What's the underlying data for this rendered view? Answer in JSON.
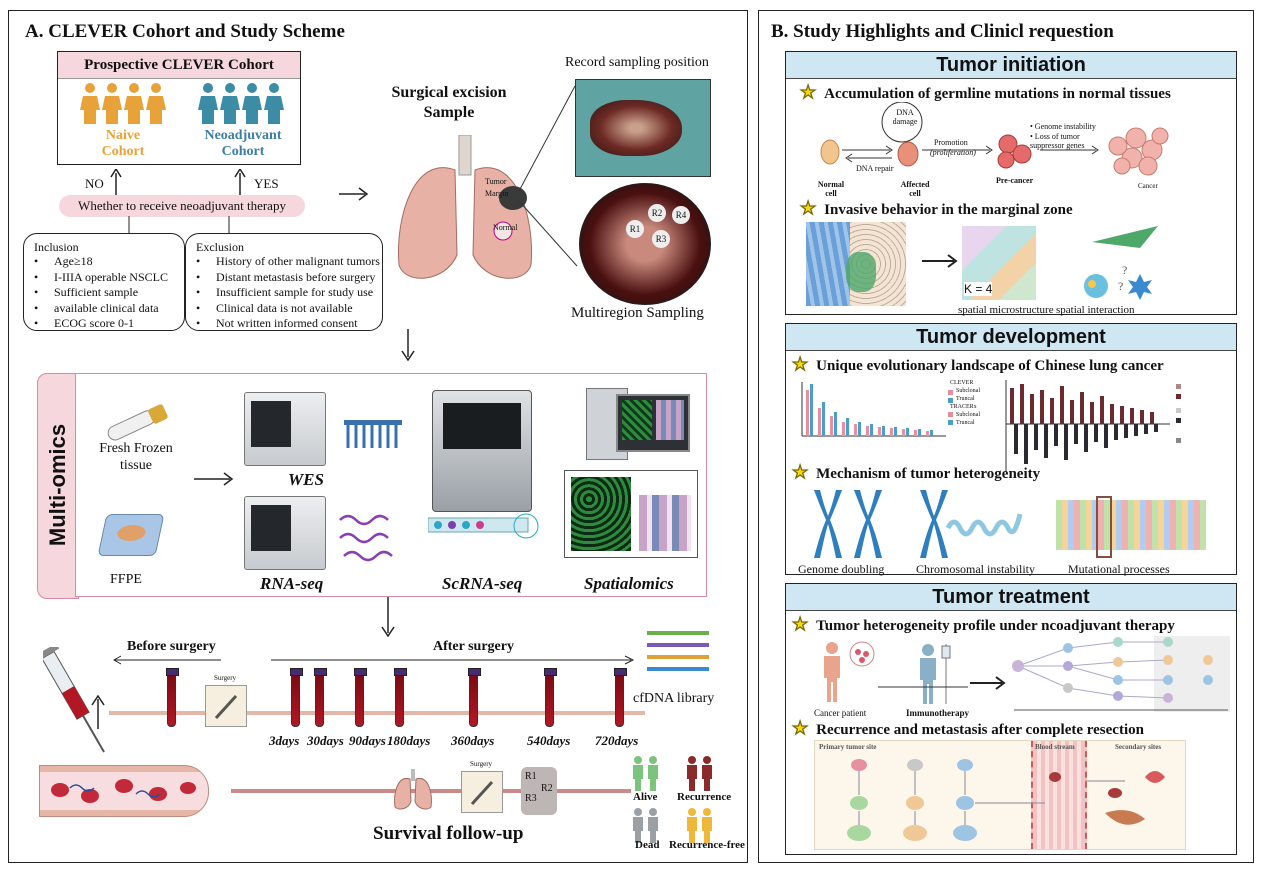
{
  "panel_a": {
    "title": "A.  CLEVER Cohort and Study Scheme",
    "cohort_box_title": "Prospective CLEVER Cohort",
    "naive_label_1": "Naive",
    "naive_label_2": "Cohort",
    "neo_label_1": "Neoadjuvant",
    "neo_label_2": "Cohort",
    "no_label": "NO",
    "yes_label": "YES",
    "decision": "Whether to receive neoadjuvant therapy",
    "inclusion_title": "Inclusion",
    "inclusion": [
      "Age≥18",
      "I-IIIA operable NSCLC",
      "Sufficient sample",
      "available clinical data",
      "ECOG score 0-1"
    ],
    "exclusion_title": "Exclusion",
    "exclusion": [
      "History of other malignant tumors",
      "Distant metastasis before surgery",
      "Insufficient sample for study use",
      "Clinical data is not available",
      "Not written informed consent"
    ],
    "surgical_1": "Surgical excision",
    "surgical_2": "Sample",
    "lung_tumor": "Tumor",
    "lung_margin": "Margin",
    "lung_normal": "Normal",
    "record_sampling": "Record sampling position",
    "multiregion": "Multiregion Sampling",
    "regions": [
      "R1",
      "R2",
      "R3",
      "R4"
    ],
    "multiomics_label": "Multi-omics",
    "fresh_frozen_1": "Fresh Frozen",
    "fresh_frozen_2": "tissue",
    "ffpe": "FFPE",
    "wes": "WES",
    "rnaseq": "RNA-seq",
    "scrnaseq": "ScRNA-seq",
    "spatialomics": "Spatialomics",
    "before_surgery": "Before surgery",
    "after_surgery": "After surgery",
    "surgery_tag": "Surgery",
    "cfdna": "cfDNA library",
    "days": [
      "3days",
      "30days",
      "90days",
      "180days",
      "360days",
      "540days",
      "720days"
    ],
    "follow_up": "Survival follow-up",
    "alive": "Alive",
    "dead": "Dead",
    "recurrence": "Recurrence",
    "recurrence_free": "Recurrence-free",
    "followup_regions": [
      "R1",
      "R2",
      "R3"
    ]
  },
  "panel_b": {
    "title": "B. Study Highlights and Clinicl requestion",
    "initiation": {
      "header": "Tumor initiation",
      "h1": "Accumulation of germline mutations in normal tissues",
      "normal_cell": "Normal cell",
      "dna_damage": "DNA damage",
      "dna_repair": "DNA repair",
      "affected_cell": "Affected cell",
      "promotion": "Promotion",
      "proliferation": "(proliferation)",
      "genome_instability": "• Genome instability",
      "loss_tumor": "• Loss of tumor suppressor genes",
      "precancer": "Pre-cancer",
      "cancer": "Cancer",
      "h2": "Invasive behavior in the marginal zone",
      "k4": "K = 4",
      "spatial_micro": "spatial microstructure",
      "spatial_inter": "spatial interaction"
    },
    "development": {
      "header": "Tumor development",
      "h1": "Unique evolutionary landscape of Chinese lung cancer",
      "legend_clever": "CLEVER",
      "legend_subclonal": "Subclonal",
      "legend_truncal": "Truncal",
      "legend_tracerx": "TRACERx",
      "h2": "Mechanism of tumor heterogeneity",
      "genome_doubling": "Genome doubling",
      "chromosomal": "Chromosomal instability",
      "mutational": "Mutational processes"
    },
    "treatment": {
      "header": "Tumor treatment",
      "h1": "Tumor heterogeneity profile under ncoadjuvant therapy",
      "cancer_patient": "Cancer patient",
      "immunotherapy": "Immunotherapy",
      "h2": "Recurrence and metastasis after complete resection",
      "primary_site": "Primary tumor site",
      "blood_stream": "Blood stream",
      "secondary_site": "Secondary sites"
    }
  },
  "colors": {
    "naive": "#e8a23a",
    "neoadjuvant": "#3d7fa3",
    "pink_bar": "#f6d7de",
    "blue_header": "#cfe6f3",
    "blood": "#b21824",
    "star": "#f5d90a"
  }
}
